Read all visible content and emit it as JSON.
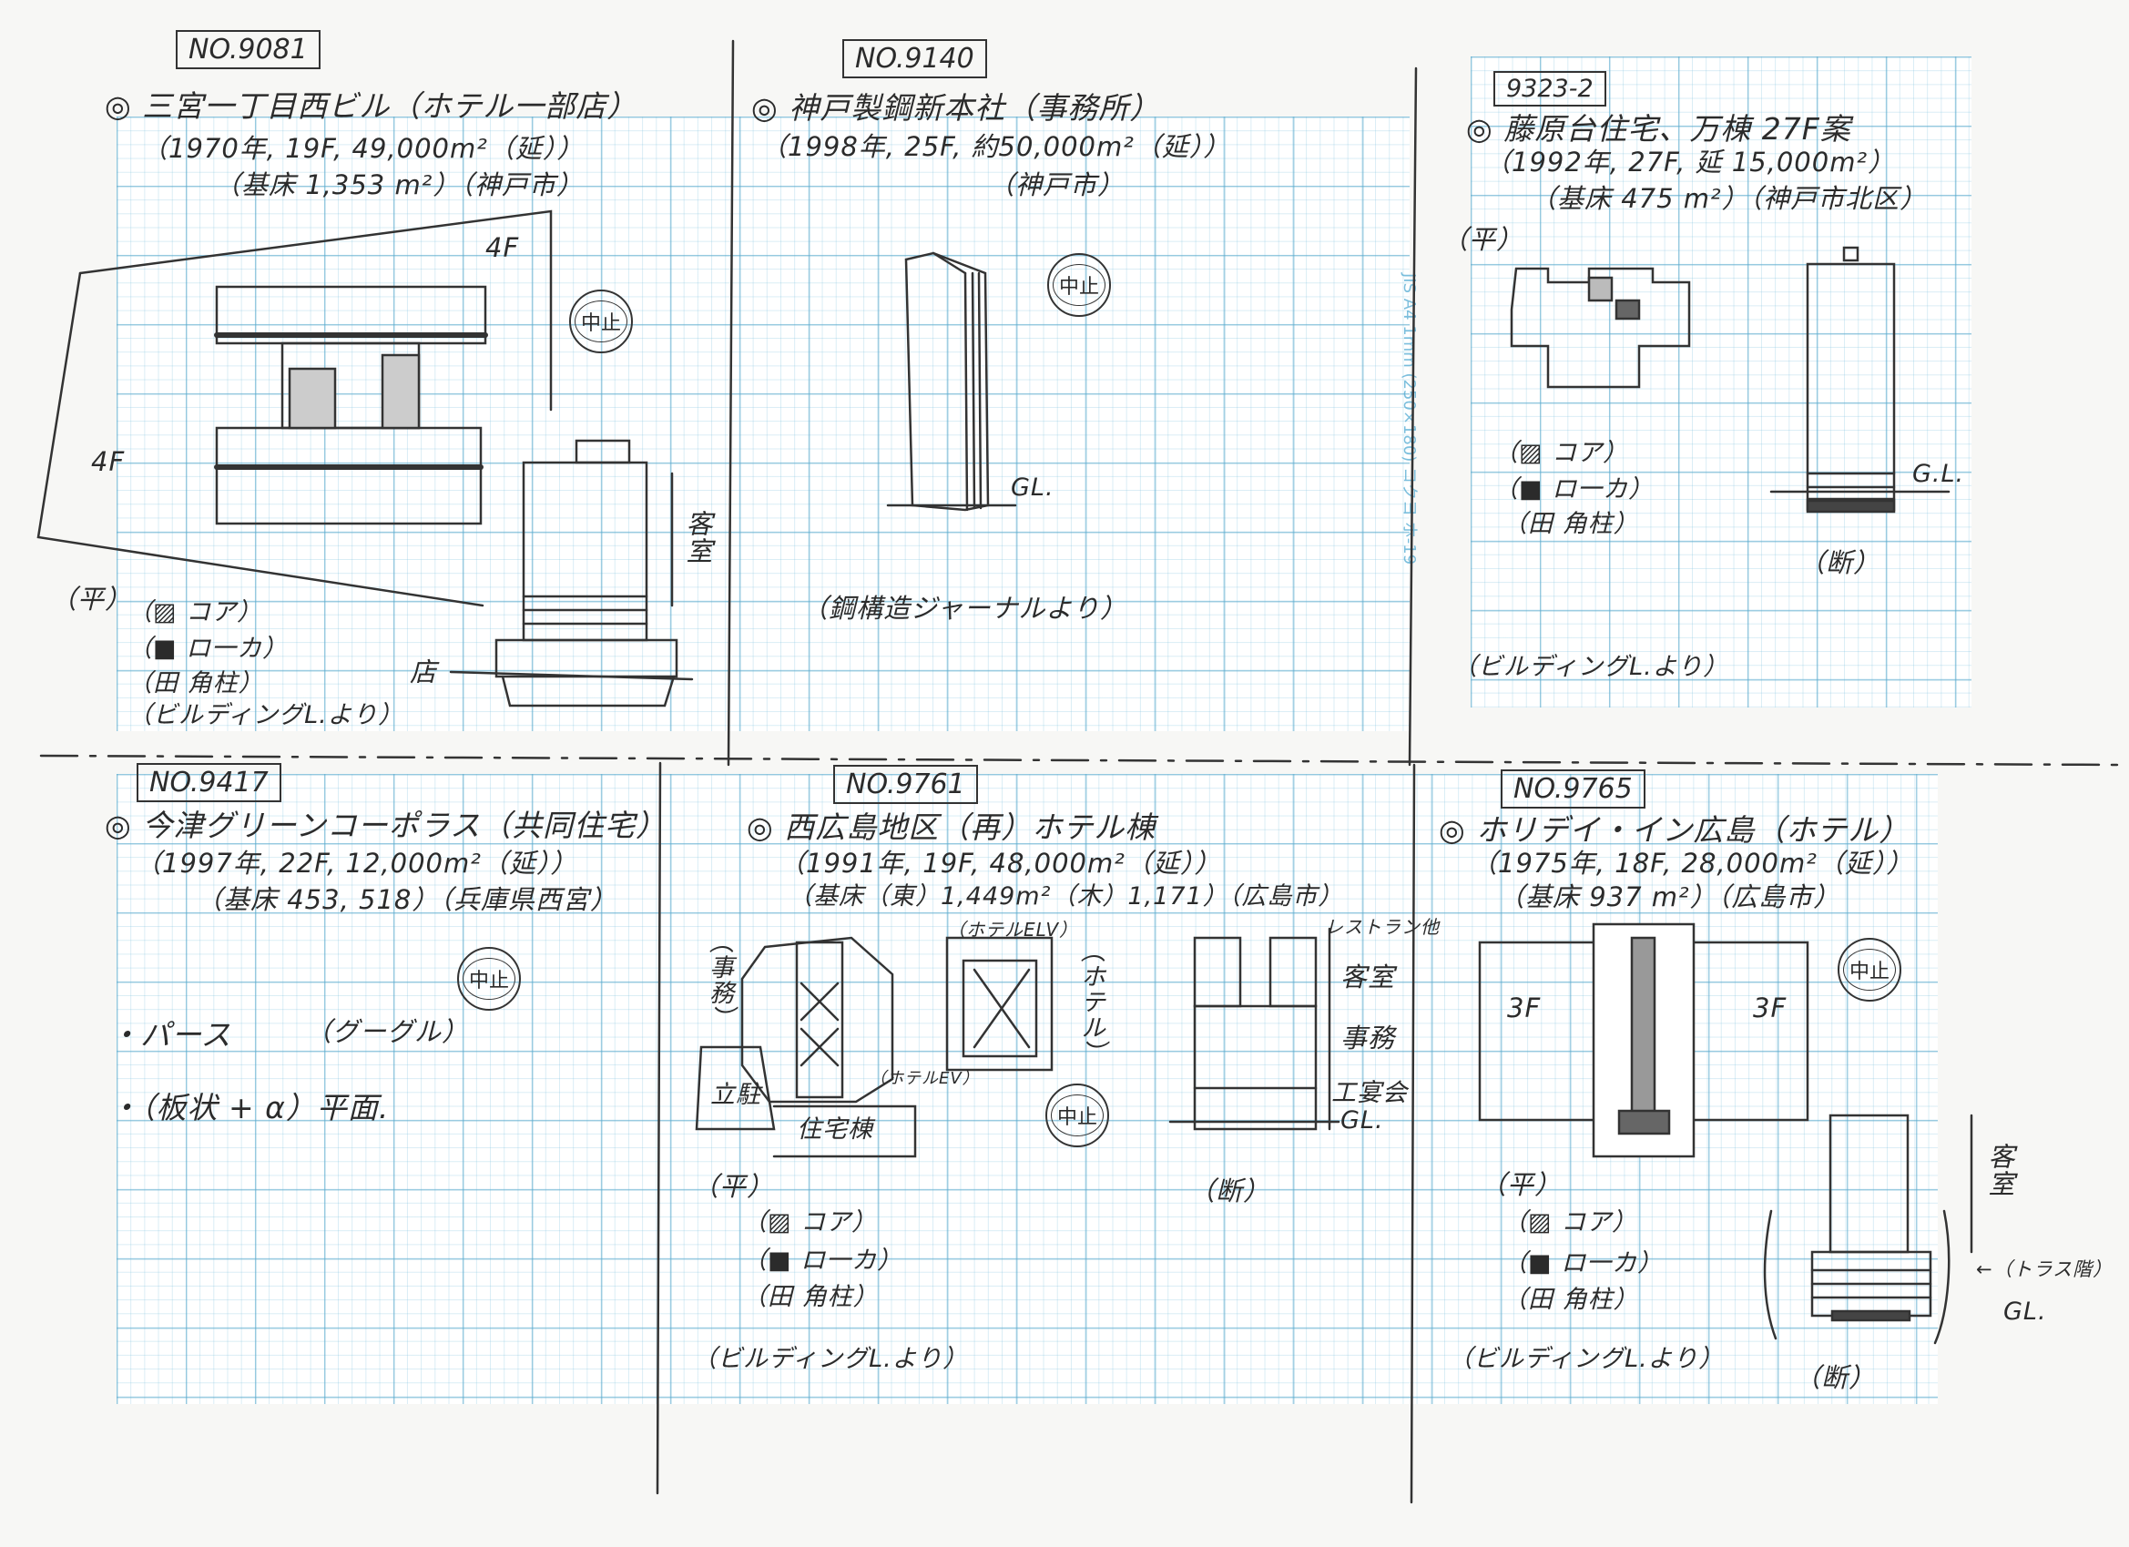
{
  "entries": [
    {
      "number": "NO.9081",
      "title": "◎ 三宮一丁目西ビル（ホテル一部店）",
      "line2": "（1970年, 19F, 49,000m²（延））",
      "line3": "（基床 1,353 m²）（神戸市）",
      "stamp": "中止",
      "legend": [
        "（▨ コア）",
        "（■ ロ一カ）",
        "（田 角柱）"
      ],
      "source": "（ビルディングL.より）",
      "plan_label": "（平）",
      "annot_4f_top": "4F",
      "annot_4f_left": "4F",
      "annot_guest": "客室",
      "annot_store": "店"
    },
    {
      "number": "NO.9140",
      "title": "◎ 神戸製鋼新本社（事務所）",
      "line2": "（1998年, 25F, 約50,000m²（延））",
      "line3": "（神戸市）",
      "stamp": "中止",
      "gl": "GL.",
      "source": "（鋼構造ジャーナルより）"
    },
    {
      "number": "9323-2",
      "title": "◎ 藤原台住宅、万棟 27F案",
      "line2": "（1992年, 27F, 延 15,000m²）",
      "line3": "（基床 475 m²）（神戸市北区）",
      "plan_label": "（平）",
      "legend": [
        "（▨ コア）",
        "（■ ロ一カ）",
        "（田 角柱）"
      ],
      "section_label": "（断）",
      "gl": "G.L.",
      "source": "（ビルディングL.より）"
    },
    {
      "number": "NO.9417",
      "title": "◎ 今津グリーンコーポラス（共同住宅）",
      "line2": "（1997年, 22F, 12,000m²（延））",
      "line3": "（基床 453, 518）（兵庫県西宮）",
      "stamp": "中止",
      "bullet1": "・パース",
      "bullet1_note": "（グーグル）",
      "bullet2": "・（板状 + α）平面."
    },
    {
      "number": "NO.9761",
      "title": "◎ 西広島地区（再）ホテル棟",
      "line2": "（1991年, 19F, 48,000m²（延））",
      "line3": "（基床（東）1,449m²（木）1,171）（広島市）",
      "stamp": "中止",
      "plan_label": "（平）",
      "section_label": "（断）",
      "legend": [
        "（▨ コア）",
        "（■ ロ一カ）",
        "（田 角柱）"
      ],
      "source": "（ビルディングL.より）",
      "annot_office": "（事務）",
      "annot_hotel": "（ホテル）",
      "annot_hotel_elv": "（ホテルELV）",
      "annot_hotel_ev2": "（ホテルEV）",
      "annot_parking": "立駐",
      "annot_housing": "住宅棟",
      "sec_restaurant": "レストラン他",
      "sec_guest": "客室",
      "sec_office": "事務",
      "sec_hall": "工宴会",
      "sec_gl": "GL."
    },
    {
      "number": "NO.9765",
      "title": "◎ ホリデイ・イン広島（ホテル）",
      "line2": "（1975年, 18F, 28,000m²（延））",
      "line3": "（基床 937 m²）（広島市）",
      "stamp": "中止",
      "plan_label": "（平）",
      "section_label": "（断）",
      "legend": [
        "（▨ コア）",
        "（■ ロ一カ）",
        "（田 角柱）"
      ],
      "source": "（ビルディングL.より）",
      "annot_3f_left": "3F",
      "annot_3f_right": "3F",
      "annot_guest": "客室",
      "annot_truss": "←（トラス階）",
      "gl": "GL."
    }
  ],
  "paper_label": "JIS A4  1mm (250×180)  コクヨ ホ-19"
}
